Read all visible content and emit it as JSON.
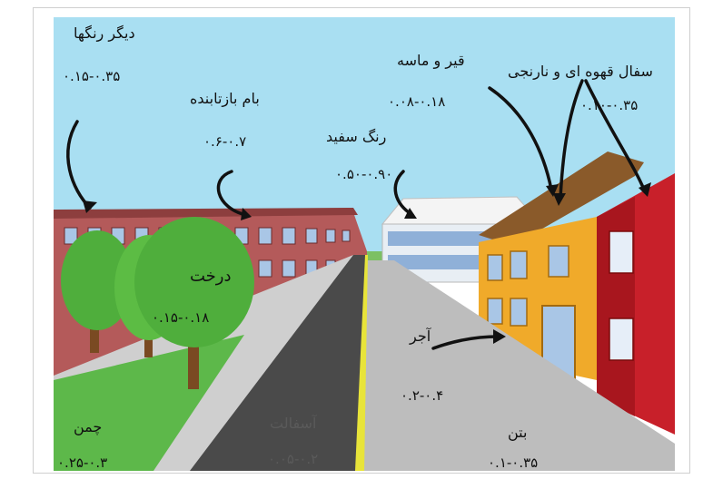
{
  "colors": {
    "sky": "#a9dff2",
    "brick": "#b45a5a",
    "orange_wall": "#f0aa2a",
    "red_wall": "#c8202a",
    "roof": "#8a5a2a",
    "asphalt": "#4a4a4a",
    "concrete": "#bdbdbd",
    "grass": "#5db84a",
    "tree": "#4fae3c",
    "line": "#e8e43a"
  },
  "labels": {
    "other_colors": {
      "name": "دیگر رنگها",
      "value": "۰.۱۵-۰.۳۵"
    },
    "reflective_roof": {
      "name": "بام بازتابنده",
      "value": "۰.۶-۰.۷"
    },
    "white_paint": {
      "name": "رنگ سفید",
      "value": "۰.۵۰-۰.۹۰"
    },
    "tar_gravel": {
      "name": "قیر و ماسه",
      "value": "۰.۰۸-۰.۱۸"
    },
    "tiles": {
      "name": "سفال قهوه ای و نارنجی",
      "value": "۰.۱۰-۰.۳۵"
    },
    "trees": {
      "name": "درخت",
      "value": "۰.۱۵-۰.۱۸"
    },
    "brick": {
      "name": "آجر",
      "value": "۰.۲-۰.۴"
    },
    "grass": {
      "name": "چمن",
      "value": "۰.۲۵-۰.۳"
    },
    "asphalt": {
      "name": "آسفالت",
      "value": "۰.۰۵-۰.۲"
    },
    "concrete": {
      "name": "بتن",
      "value": "۰.۱-۰.۳۵"
    }
  }
}
